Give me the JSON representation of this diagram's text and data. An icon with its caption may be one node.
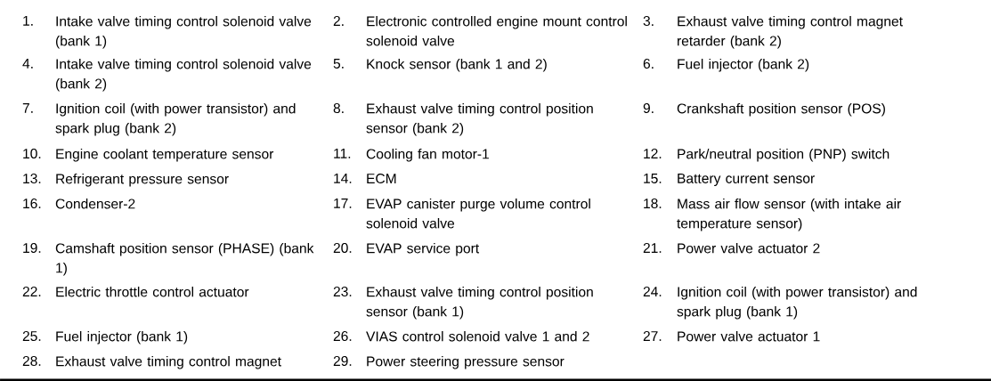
{
  "diagram": {
    "labels": [
      "1.",
      "Intake valve timing control solenoid valve (bank 1)",
      "2.",
      "Electronic controlled engine mount control solenoid valve",
      "3.",
      "Exhaust valve timing control magnet retarder (bank 2)",
      "4.",
      "Intake valve timing control solenoid valve (bank 2)",
      "5.",
      "Knock sensor (bank 1 and 2)",
      "6.",
      "Fuel injector (bank 2)",
      "7.",
      "Ignition coil (with power transistor) and spark plug (bank 2)",
      "8.",
      "Exhaust valve timing control position sensor (bank 2)",
      "9.",
      "Crankshaft position sensor (POS)",
      "10.",
      "Engine coolant temperature sensor",
      "11.",
      "Cooling fan motor-1",
      "12.",
      "Park/neutral position (PNP) switch",
      "13.",
      "Refrigerant pressure sensor",
      "14.",
      "ECM",
      "15.",
      "Battery current sensor",
      "16.",
      "Condenser-2",
      "17.",
      "EVAP canister purge volume control solenoid valve",
      "18.",
      "Mass air flow sensor (with intake air temperature sensor)",
      "19.",
      "Camshaft position sensor (PHASE) (bank 1)",
      "20.",
      "EVAP service port",
      "21.",
      "Power valve actuator 2",
      "22.",
      "Electric throttle control actuator",
      "23.",
      "Exhaust valve timing control position sensor (bank 1)",
      "24.",
      "Ignition coil (with power transistor) and spark plug (bank 1)",
      "25.",
      "Fuel injector (bank 1)",
      "26.",
      "VIAS control solenoid valve 1 and 2",
      "27.",
      "Power valve actuator 1",
      "28.",
      "Exhaust valve timing control magnet",
      "29.",
      "Power steering pressure sensor"
    ]
  }
}
